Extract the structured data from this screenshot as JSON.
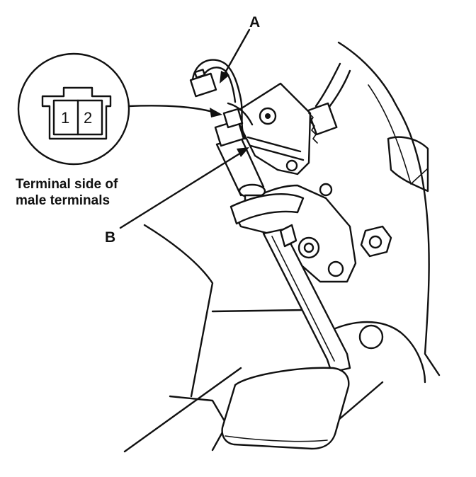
{
  "callouts": {
    "a": "A",
    "b": "B"
  },
  "connector_detail": {
    "caption_line1": "Terminal side of",
    "caption_line2": "male terminals",
    "pin1": "1",
    "pin2": "2"
  }
}
